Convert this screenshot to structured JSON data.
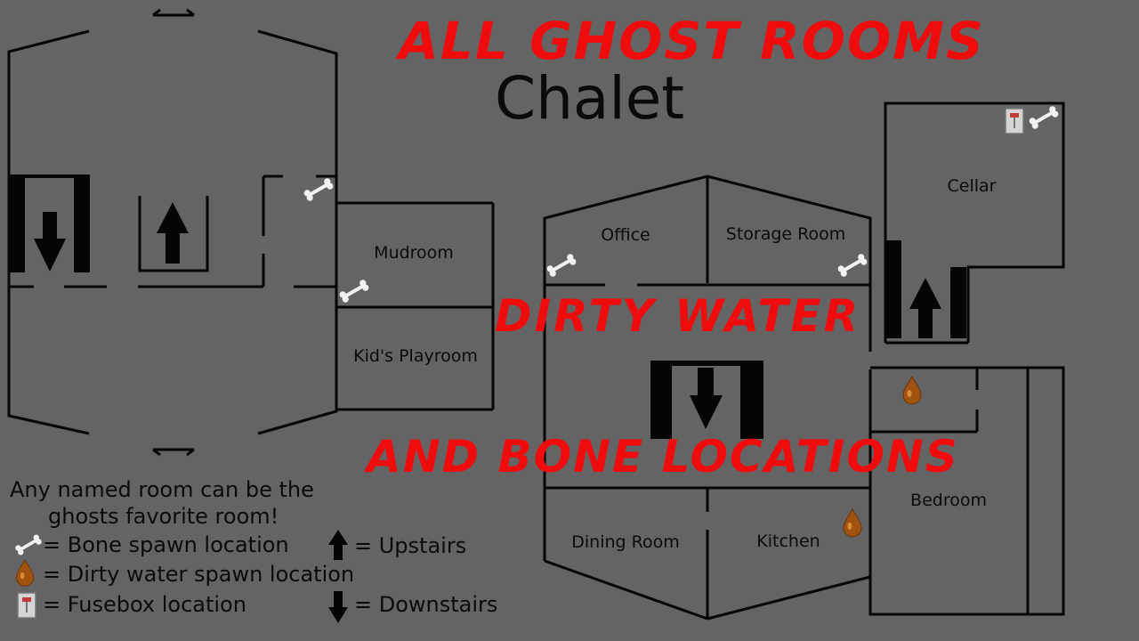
{
  "map": {
    "title": "Chalet",
    "banners": {
      "top": "ALL GHOST ROOMS",
      "middle": "DIRTY WATER",
      "bottom": "AND BONE LOCATIONS"
    },
    "rooms": {
      "mudroom": "Mudroom",
      "kids_playroom": "Kid's Playroom",
      "office": "Office",
      "storage_room": "Storage Room",
      "cellar": "Cellar",
      "bedroom": "Bedroom",
      "dining_room": "Dining Room",
      "kitchen": "Kitchen"
    },
    "bone_spawn_rooms": [
      "Mudroom",
      "Office",
      "Storage Room",
      "Cellar"
    ],
    "dirty_water_spawn_rooms": [
      "Bedroom",
      "Kitchen"
    ],
    "fusebox_room": "Cellar",
    "icon_colors": {
      "bone": "#f2f2f2",
      "water": "#a0520f",
      "fusebox": "#d0d0d0",
      "stairs": "#000000"
    }
  },
  "legend": {
    "note_line1": "Any named room can be the",
    "note_line2": "ghosts favorite room!",
    "bone": "= Bone spawn location",
    "water": "= Dirty water spawn location",
    "fusebox": "= Fusebox location",
    "upstairs": "= Upstairs",
    "downstairs": "= Downstairs"
  }
}
